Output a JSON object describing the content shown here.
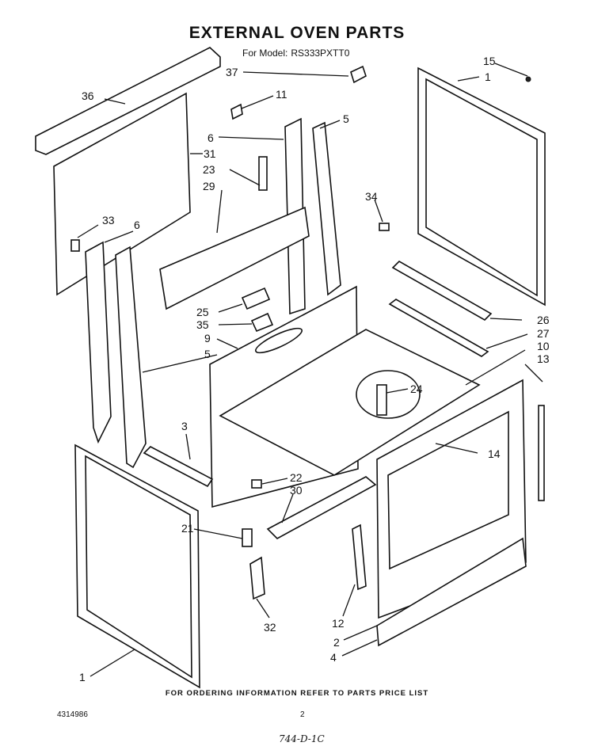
{
  "title": "EXTERNAL OVEN PARTS",
  "model_label": "For Model:",
  "model_number": "RS333PXTT0",
  "footer_note": "FOR ORDERING INFORMATION REFER TO PARTS PRICE LIST",
  "document_number": "4314986",
  "page_number": "2",
  "handwritten_mark": "744-D-1C",
  "callouts": [
    "1",
    "1",
    "2",
    "3",
    "4",
    "5",
    "5",
    "6",
    "6",
    "9",
    "10",
    "11",
    "12",
    "13",
    "14",
    "15",
    "21",
    "22",
    "23",
    "24",
    "25",
    "26",
    "27",
    "29",
    "30",
    "31",
    "32",
    "33",
    "34",
    "35",
    "36",
    "37"
  ]
}
